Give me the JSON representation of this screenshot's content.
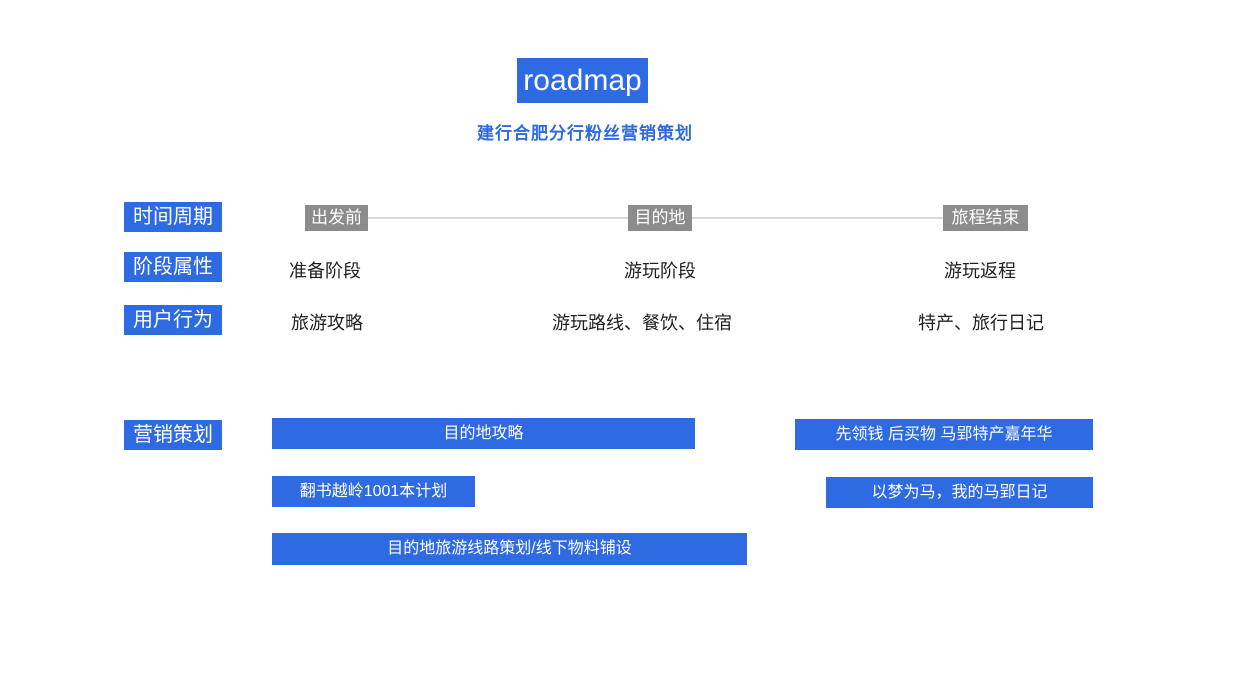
{
  "page": {
    "title": "roadmap",
    "subtitle": "建行合肥分行粉丝营销策划"
  },
  "colors": {
    "accent_blue": "#2E6BE2",
    "stage_gray": "#8C8C8C",
    "timeline_line": "#D9D9D9",
    "body_text": "#1F1F1F"
  },
  "rows": {
    "timeline": {
      "label": "时间周期",
      "stages": [
        "出发前",
        "目的地",
        "旅程结束"
      ]
    },
    "phase": {
      "label": "阶段属性",
      "items": [
        "准备阶段",
        "游玩阶段",
        "游玩返程"
      ]
    },
    "behavior": {
      "label": "用户行为",
      "items": [
        "旅游攻略",
        "游玩路线、餐饮、住宿",
        "特产、旅行日记"
      ]
    },
    "marketing": {
      "label": "营销策划",
      "campaigns": [
        "目的地攻略",
        "先领钱 后买物 马郢特产嘉年华",
        "翻书越岭1001本计划",
        "以梦为马，我的马郢日记",
        "目的地旅游线路策划/线下物料铺设"
      ]
    }
  }
}
